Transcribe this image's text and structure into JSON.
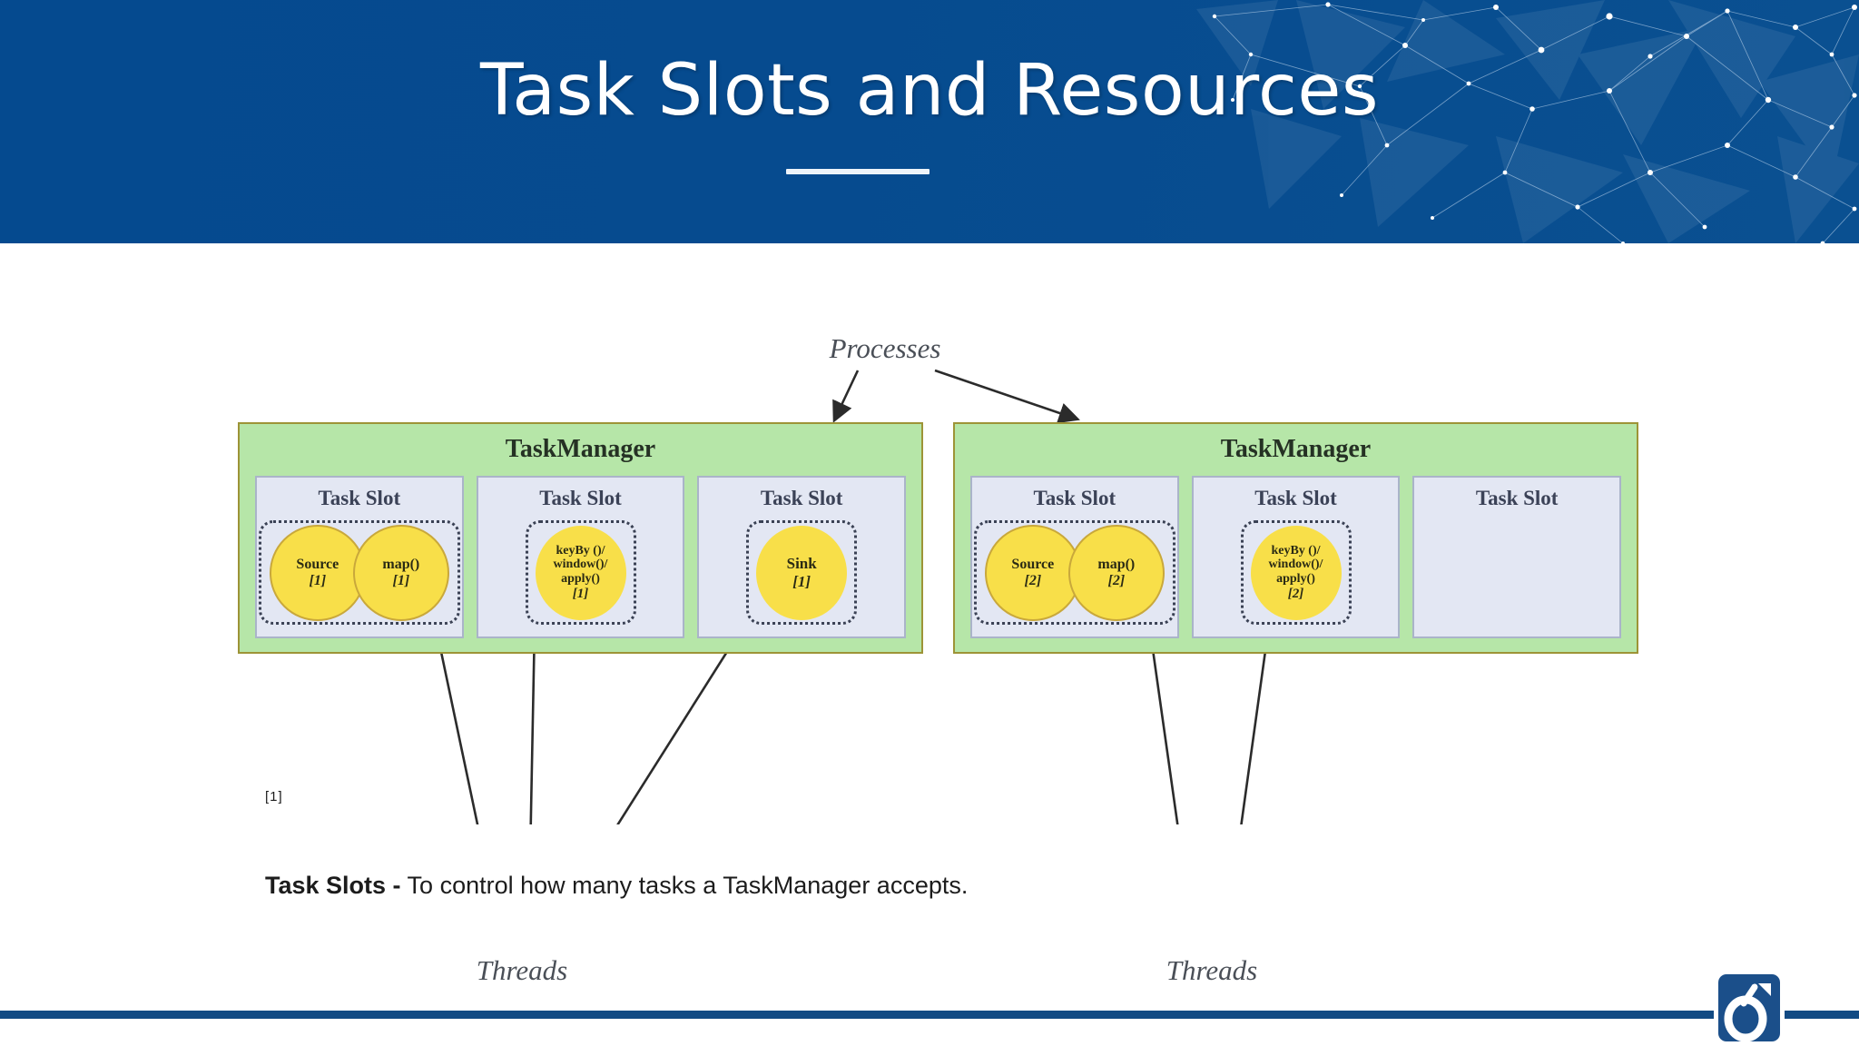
{
  "header": {
    "title": "Task Slots and Resources",
    "accent_color": "#054a8f",
    "rule_color": "#eef4fa"
  },
  "diagram": {
    "processes_label": "Processes",
    "threads_label_left": "Threads",
    "threads_label_right": "Threads",
    "taskmanagers": [
      {
        "name": "TaskManager",
        "slots": [
          {
            "title": "Task Slot",
            "chain": "wide",
            "bubbles": [
              {
                "name": "Source",
                "index": "[1]"
              },
              {
                "name": "map()",
                "index": "[1]"
              }
            ]
          },
          {
            "title": "Task Slot",
            "chain": "narrow",
            "bubbles": [
              {
                "name": "keyBy ()/",
                "name2": "window()/",
                "name3": "apply()",
                "index": "[1]"
              }
            ]
          },
          {
            "title": "Task Slot",
            "chain": "narrow",
            "bubbles": [
              {
                "name": "Sink",
                "index": "[1]"
              }
            ]
          }
        ]
      },
      {
        "name": "TaskManager",
        "slots": [
          {
            "title": "Task Slot",
            "chain": "wide",
            "bubbles": [
              {
                "name": "Source",
                "index": "[2]"
              },
              {
                "name": "map()",
                "index": "[2]"
              }
            ]
          },
          {
            "title": "Task Slot",
            "chain": "narrow",
            "bubbles": [
              {
                "name": "keyBy ()/",
                "name2": "window()/",
                "name3": "apply()",
                "index": "[2]"
              }
            ]
          },
          {
            "title": "Task Slot",
            "chain": "none",
            "bubbles": []
          }
        ]
      }
    ],
    "colors": {
      "taskmanager_fill": "#b6e6a8",
      "taskmanager_border": "#9d9437",
      "slot_fill": "#e3e7f3",
      "slot_border": "#aab4c9",
      "bubble_fill": "#f8df49",
      "bubble_border": "#c9a83b",
      "chain_border": "#3a4154"
    }
  },
  "citation": "[1]",
  "caption": {
    "bold": "Task Slots -",
    "rest": " To control how many tasks a TaskManager accepts."
  },
  "footer": {
    "line_color": "#114a83",
    "logo_name": "company-logo"
  }
}
